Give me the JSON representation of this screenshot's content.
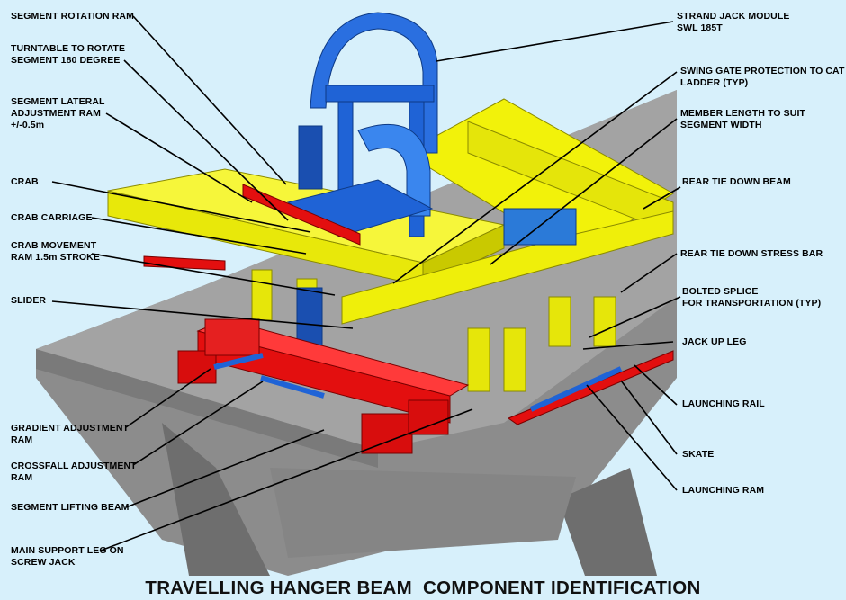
{
  "title": "TRAVELLING HANGER BEAM  COMPONENT IDENTIFICATION",
  "colors": {
    "background": "#d7f0fb",
    "deck": "#8f8f8f",
    "deck_top": "#9e9e9e",
    "frame_yellow": "#f2f20a",
    "crab_blue": "#1f63d6",
    "lifting_red": "#e30f0f",
    "leader": "#000000"
  },
  "labels": {
    "segment_rotation_ram": "SEGMENT ROTATION RAM",
    "turntable": "TURNTABLE TO ROTATE\nSEGMENT 180 DEGREE",
    "segment_lateral": "SEGMENT LATERAL\nADJUSTMENT RAM\n+/-0.5m",
    "crab": "CRAB",
    "crab_carriage": "CRAB CARRIAGE",
    "crab_movement": "CRAB MOVEMENT\nRAM 1.5m STROKE",
    "slider": "SLIDER",
    "gradient_adjustment": "GRADIENT ADJUSTMENT\nRAM",
    "crossfall_adjustment": "CROSSFALL ADJUSTMENT\nRAM",
    "segment_lifting_beam": "SEGMENT LIFTING BEAM",
    "main_support_leg": "MAIN SUPPORT LEG ON\nSCREW JACK",
    "strand_jack": "STRAND JACK MODULE\nSWL 185T",
    "swing_gate": "SWING GATE PROTECTION TO CAT\nLADDER (TYP)",
    "member_length": "MEMBER LENGTH TO SUIT\nSEGMENT WIDTH",
    "rear_tie_down_beam": "REAR TIE DOWN BEAM",
    "rear_tie_down_stress_bar": "REAR TIE DOWN STRESS BAR",
    "bolted_splice": "BOLTED SPLICE\nFOR TRANSPORTATION (TYP)",
    "jack_up_leg": "JACK UP LEG",
    "launching_rail": "LAUNCHING RAIL",
    "skate": "SKATE",
    "launching_ram": "LAUNCHING RAM"
  }
}
